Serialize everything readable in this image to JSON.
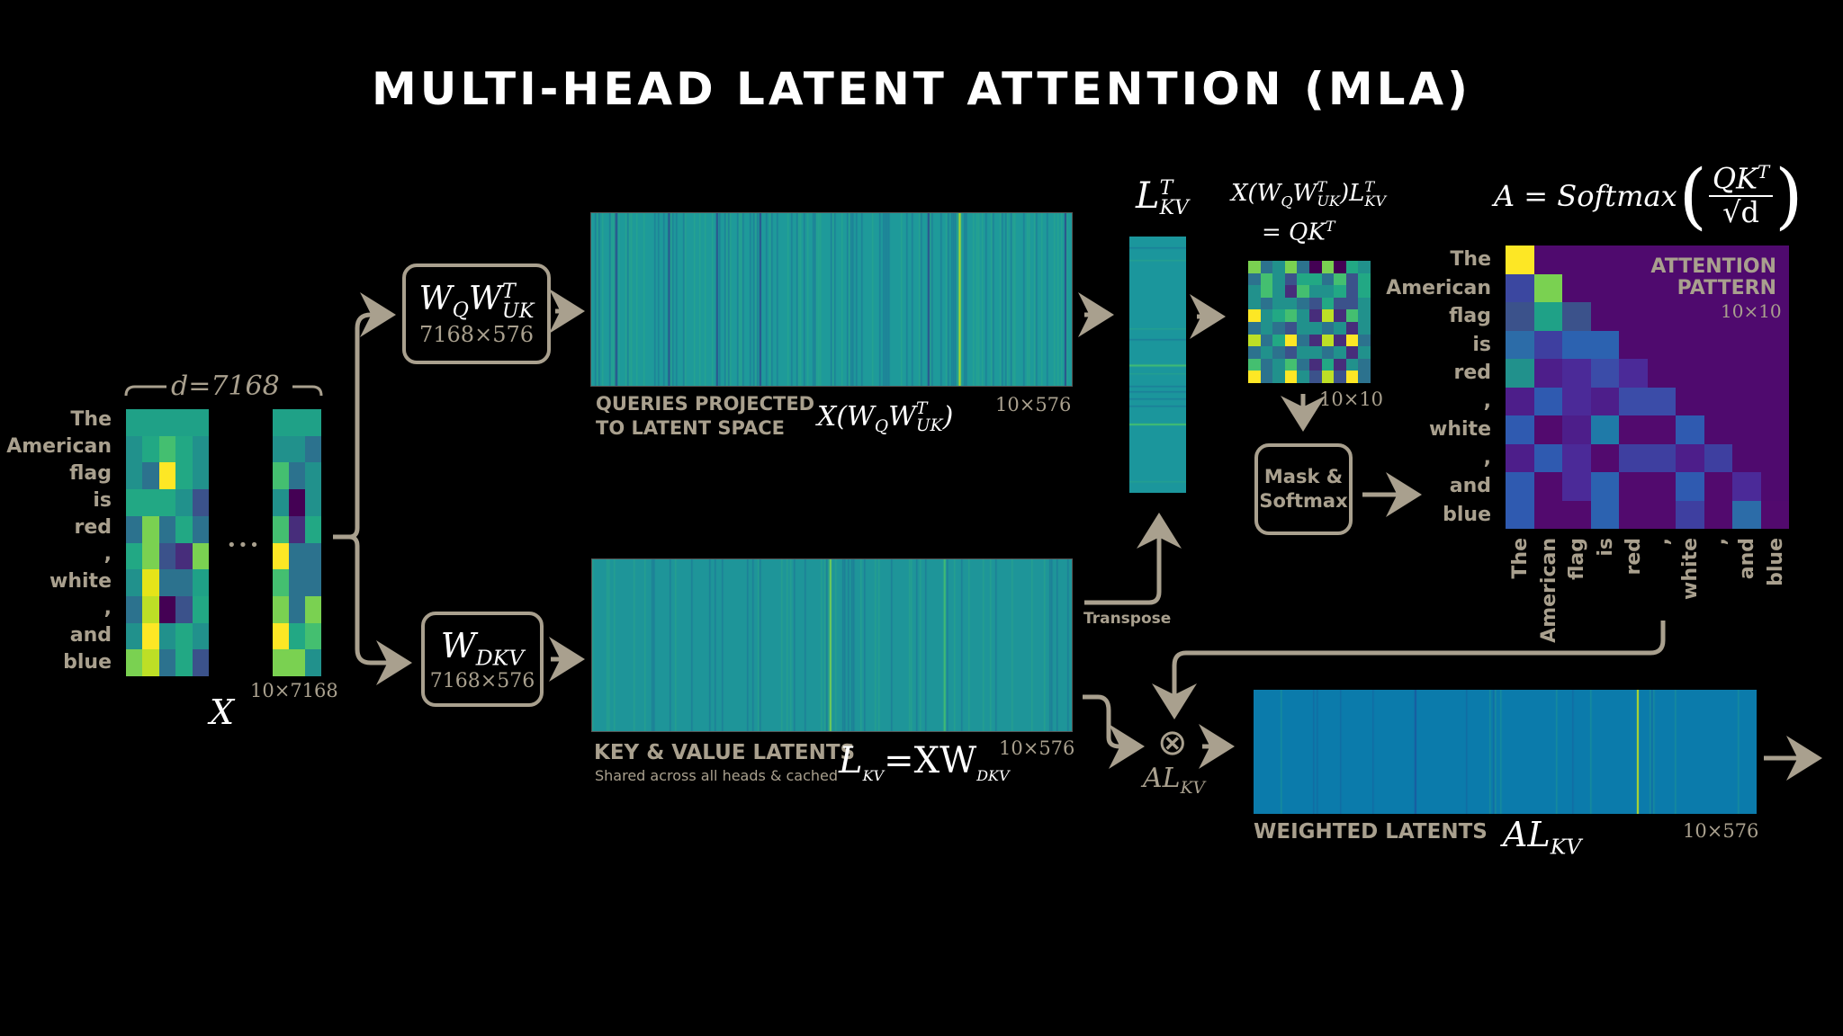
{
  "title": "MULTI-HEAD LATENT ATTENTION (MLA)",
  "tokens": [
    "The",
    "American",
    "flag",
    "is",
    "red",
    ",",
    "white",
    ",",
    "and",
    "blue"
  ],
  "input": {
    "dim_label": "d=7168",
    "name": "X",
    "shape": "10×7168",
    "ellipsis": "•••",
    "left_block": [
      [
        "#1fa187",
        "#1fa187",
        "#1fa187",
        "#1fa187",
        "#1fa187"
      ],
      [
        "#21918c",
        "#22a884",
        "#44bf70",
        "#22a884",
        "#21918c"
      ],
      [
        "#21918c",
        "#2c728e",
        "#fde725",
        "#22a884",
        "#21918c"
      ],
      [
        "#22a884",
        "#22a884",
        "#22a884",
        "#21918c",
        "#3b528b"
      ],
      [
        "#2c728e",
        "#7ad151",
        "#2c728e",
        "#22a884",
        "#2c728e"
      ],
      [
        "#22a884",
        "#7ad151",
        "#3b528b",
        "#472d7b",
        "#7ad151"
      ],
      [
        "#21918c",
        "#e5e419",
        "#2c728e",
        "#2c728e",
        "#1fa187"
      ],
      [
        "#2c728e",
        "#bddf26",
        "#440154",
        "#3b528b",
        "#22a884"
      ],
      [
        "#21918c",
        "#fde725",
        "#21918c",
        "#22a884",
        "#21918c"
      ],
      [
        "#7ad151",
        "#bddf26",
        "#2c728e",
        "#22a884",
        "#3b528b"
      ]
    ],
    "right_block": [
      [
        "#1fa187",
        "#1fa187",
        "#1fa187"
      ],
      [
        "#21918c",
        "#21918c",
        "#2c728e"
      ],
      [
        "#44bf70",
        "#2c728e",
        "#21918c"
      ],
      [
        "#21918c",
        "#440154",
        "#21918c"
      ],
      [
        "#44bf70",
        "#472d7b",
        "#22a884"
      ],
      [
        "#fde725",
        "#2c728e",
        "#2c728e"
      ],
      [
        "#44bf70",
        "#2c728e",
        "#2c728e"
      ],
      [
        "#7ad151",
        "#2c728e",
        "#7ad151"
      ],
      [
        "#fde725",
        "#22a884",
        "#44bf70"
      ],
      [
        "#7ad151",
        "#7ad151",
        "#21918c"
      ]
    ]
  },
  "wq_box": {
    "formula_main": "W",
    "formula_sub1": "Q",
    "formula_main2": "W",
    "formula_sup": "T",
    "formula_sub2": "UK",
    "shape": "7168×576"
  },
  "wdkv_box": {
    "formula_main": "W",
    "formula_sub": "DKV",
    "shape": "7168×576"
  },
  "queries": {
    "label_line1": "QUERIES PROJECTED",
    "label_line2": "TO LATENT SPACE",
    "formula": "X(W",
    "formula_sub1": "Q",
    "formula_w2": "W",
    "formula_sup": "T",
    "formula_sub2": "UK",
    "formula_close": ")",
    "shape": "10×576",
    "base_color": "#1e9a9a"
  },
  "kv": {
    "label": "KEY & VALUE LATENTS",
    "sublabel": "Shared across all heads & cached",
    "formula_L": "L",
    "formula_sub": "KV",
    "formula_eq": "=XW",
    "formula_sub2": "DKV",
    "shape": "10×576",
    "base_color": "#1e9599"
  },
  "lkv_t": {
    "main": "L",
    "sup": "T",
    "sub": "KV",
    "transpose_label": "Transpose",
    "color": "#1b969c"
  },
  "qk": {
    "formula_line1_a": "X(W",
    "formula_line1_q": "Q",
    "formula_line1_w": "W",
    "formula_line1_sup": "T",
    "formula_line1_uk": "UK",
    "formula_line1_close": ")L",
    "formula_line1_sup2": "T",
    "formula_line1_kv": "KV",
    "formula_line2": "= QK",
    "formula_line2_sup": "T",
    "shape": "10×10",
    "cells": [
      [
        "#7ad151",
        "#2c728e",
        "#21918c",
        "#7ad151",
        "#2c728e",
        "#440154",
        "#7ad151",
        "#440154",
        "#22a884",
        "#21918c"
      ],
      [
        "#2c728e",
        "#44bf70",
        "#21918c",
        "#3b528b",
        "#22a884",
        "#22a884",
        "#2c728e",
        "#44bf70",
        "#3b528b",
        "#22a884"
      ],
      [
        "#21918c",
        "#44bf70",
        "#21918c",
        "#472d7b",
        "#44bf70",
        "#21918c",
        "#21918c",
        "#22a884",
        "#3b528b",
        "#22a884"
      ],
      [
        "#21918c",
        "#2c728e",
        "#21918c",
        "#21918c",
        "#2c728e",
        "#3b528b",
        "#22a884",
        "#3b528b",
        "#3b528b",
        "#21918c"
      ],
      [
        "#fde725",
        "#21918c",
        "#22a884",
        "#44bf70",
        "#21918c",
        "#472d7b",
        "#bddf26",
        "#472d7b",
        "#44bf70",
        "#21918c"
      ],
      [
        "#2c728e",
        "#21918c",
        "#2c728e",
        "#3b528b",
        "#21918c",
        "#21918c",
        "#2c728e",
        "#21918c",
        "#472d7b",
        "#21918c"
      ],
      [
        "#bddf26",
        "#2c728e",
        "#22a884",
        "#fde725",
        "#2c728e",
        "#472d7b",
        "#bddf26",
        "#472d7b",
        "#fde725",
        "#2c728e"
      ],
      [
        "#2c728e",
        "#21918c",
        "#2c728e",
        "#3b528b",
        "#21918c",
        "#21918c",
        "#2c728e",
        "#21918c",
        "#472d7b",
        "#21918c"
      ],
      [
        "#44bf70",
        "#2c728e",
        "#21918c",
        "#44bf70",
        "#2c728e",
        "#472d7b",
        "#22a884",
        "#472d7b",
        "#21918c",
        "#2c728e"
      ],
      [
        "#fde725",
        "#2c728e",
        "#21918c",
        "#fde725",
        "#21918c",
        "#3b528b",
        "#bddf26",
        "#3b528b",
        "#fde725",
        "#2c728e"
      ]
    ]
  },
  "mask_box": {
    "line1": "Mask &",
    "line2": "Softmax"
  },
  "attention": {
    "formula_lhs": "A = Softmax",
    "formula_num": "QK",
    "formula_num_sup": "T",
    "formula_den": "√d",
    "label_line1": "ATTENTION",
    "label_line2": "PATTERN",
    "shape": "10×10",
    "masked_color": "#4f0a6e",
    "cells": [
      [
        "#fde725"
      ],
      [
        "#3b47a0",
        "#7ad151"
      ],
      [
        "#3b528b",
        "#1fa187",
        "#3b528b"
      ],
      [
        "#2c6ca8",
        "#3e3fa0",
        "#2c62b0",
        "#2c62b0"
      ],
      [
        "#21918c",
        "#4d1e8a",
        "#4b2a98",
        "#3b4ca8",
        "#4b2a98"
      ],
      [
        "#4d1e8a",
        "#2f5ab0",
        "#4b2a98",
        "#4d1e8a",
        "#3b4ca8",
        "#3b4ca8"
      ],
      [
        "#2f5ab0",
        "#520a6e",
        "#4d1e8a",
        "#1f7aa8",
        "#520a6e",
        "#520a6e",
        "#2f5ab0"
      ],
      [
        "#4d1e8a",
        "#2f5ab0",
        "#4b2a98",
        "#520a6e",
        "#3e3fa0",
        "#3e3fa0",
        "#4d1e8a",
        "#3e3fa0"
      ],
      [
        "#2f5ab0",
        "#520a6e",
        "#4b2a98",
        "#2c62b0",
        "#520a6e",
        "#520a6e",
        "#2f5ab0",
        "#520a6e",
        "#4b2a98"
      ],
      [
        "#2f5ab0",
        "#520a6e",
        "#520a6e",
        "#2c62b0",
        "#520a6e",
        "#520a6e",
        "#3e3fa0",
        "#520a6e",
        "#2c6ca8",
        "#520a6e"
      ]
    ]
  },
  "multiply": {
    "symbol": "⊗",
    "main": "AL",
    "sub": "KV"
  },
  "weighted": {
    "label": "WEIGHTED LATENTS",
    "formula_main": "AL",
    "formula_sub": "KV",
    "shape": "10×576",
    "base_color": "#0b7bab"
  }
}
